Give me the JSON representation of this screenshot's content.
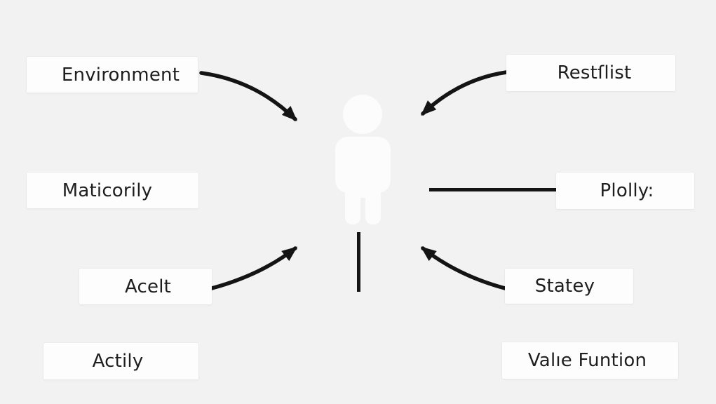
{
  "diagram": {
    "type": "concept-diagram",
    "description": "Central person figure with labeled boxes connected by curved arrows and straight lines",
    "colors": {
      "background": "#f2f2f3",
      "node_background": "#fdfdfd",
      "text": "#1e1e1e",
      "arrow": "#141414",
      "figure": "#fcfcfc"
    },
    "center": {
      "icon": "person-icon"
    },
    "nodes": [
      {
        "id": "environment",
        "label": "Environment",
        "position": "top-left"
      },
      {
        "id": "restlist",
        "label": "Restſlist",
        "position": "top-right"
      },
      {
        "id": "maticorily",
        "label": "Maticorily",
        "position": "middle-left"
      },
      {
        "id": "plolly",
        "label": "Plolly:",
        "position": "middle-right"
      },
      {
        "id": "acelt",
        "label": "Acelt",
        "position": "lower-left"
      },
      {
        "id": "statey",
        "label": "Statey",
        "position": "lower-right"
      },
      {
        "id": "actily",
        "label": "Actily",
        "position": "bottom-left"
      },
      {
        "id": "value_function",
        "label": "Valıe Funtion",
        "position": "bottom-right"
      }
    ],
    "connections": [
      {
        "from": "environment",
        "to": "person",
        "style": "curved",
        "arrowhead": true,
        "direction": "down-right"
      },
      {
        "from": "restlist",
        "to": "person",
        "style": "curved",
        "arrowhead": true,
        "direction": "down-left"
      },
      {
        "from": "person",
        "to": "plolly",
        "style": "straight-horizontal",
        "arrowhead": false
      },
      {
        "from": "acelt",
        "to": "person",
        "style": "curved",
        "arrowhead": true,
        "direction": "up-right"
      },
      {
        "from": "statey",
        "to": "person",
        "style": "curved",
        "arrowhead": true,
        "direction": "up-left"
      },
      {
        "from": "person",
        "to": "below",
        "style": "straight-vertical",
        "arrowhead": false
      }
    ]
  }
}
